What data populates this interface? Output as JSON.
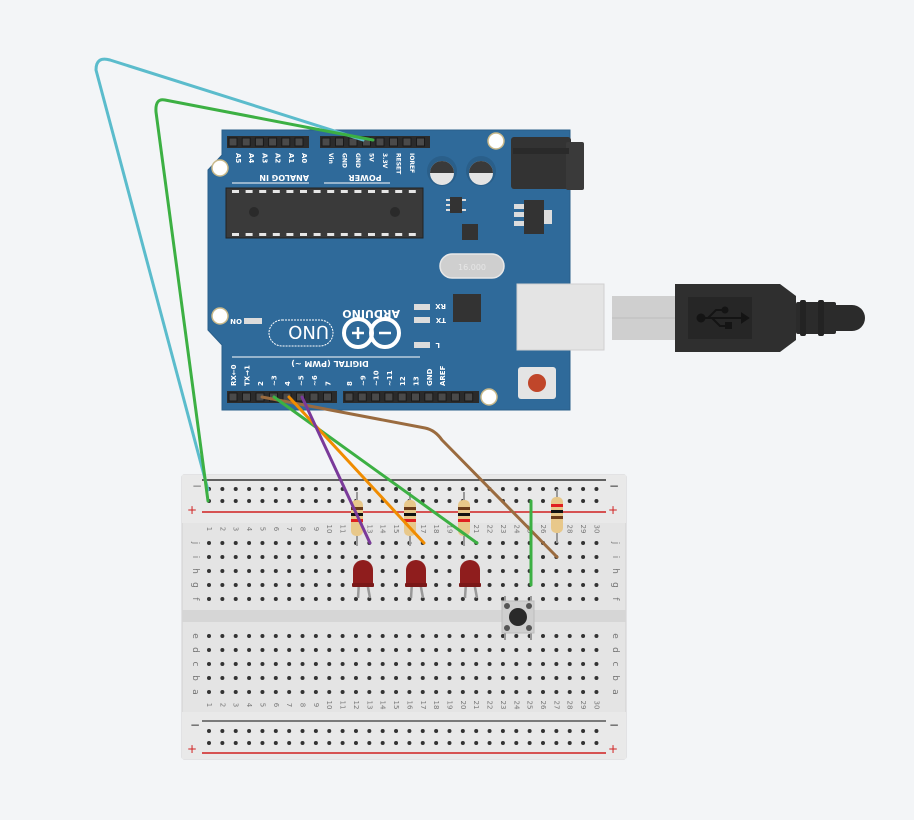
{
  "arduino": {
    "brand": "ARDUINO",
    "model": "UNO",
    "crystal_label": "16.000",
    "analog_header_label": "ANALOG IN",
    "power_header_label": "POWER",
    "digital_header_label": "DIGITAL (PWM ~)",
    "on_label": "ON",
    "rx_label": "RX",
    "tx_label": "TX",
    "l_label": "L",
    "analog_pins": [
      "A5",
      "A4",
      "A3",
      "A2",
      "A1",
      "A0"
    ],
    "power_pins": [
      "Vin",
      "GND",
      "GND",
      "5V",
      "3.3V",
      "RESET",
      "IOREF"
    ],
    "digital_pins_low": [
      "RX←0",
      "TX→1",
      "2",
      "~3",
      "4",
      "~5",
      "~6",
      "7"
    ],
    "digital_pins_high": [
      "8",
      "~9",
      "~10",
      "~11",
      "12",
      "13",
      "GND",
      "AREF"
    ],
    "board_color": "#2f6a9a"
  },
  "usb": {
    "icon": "usb-icon",
    "cable_color": "#2f2f2f"
  },
  "breadboard": {
    "columns": [
      "1",
      "2",
      "3",
      "4",
      "5",
      "6",
      "7",
      "8",
      "9",
      "10",
      "11",
      "12",
      "13",
      "14",
      "15",
      "16",
      "17",
      "18",
      "19",
      "20",
      "21",
      "22",
      "23",
      "24",
      "25",
      "26",
      "27",
      "28",
      "29",
      "30"
    ],
    "top_rows": [
      "j",
      "i",
      "h",
      "g",
      "f"
    ],
    "bottom_rows": [
      "e",
      "d",
      "c",
      "b",
      "a"
    ],
    "rail_minus": "−",
    "rail_plus": "+"
  },
  "components": {
    "leds": [
      {
        "name": "led-1",
        "color": "#8f1d1d"
      },
      {
        "name": "led-2",
        "color": "#8f1d1d"
      },
      {
        "name": "led-3",
        "color": "#8f1d1d"
      }
    ],
    "resistors": [
      {
        "name": "resistor-1"
      },
      {
        "name": "resistor-2"
      },
      {
        "name": "resistor-3"
      },
      {
        "name": "resistor-4"
      }
    ],
    "pushbutton": {
      "name": "pushbutton"
    }
  },
  "wires": [
    {
      "name": "wire-gnd",
      "color": "#5bbccc"
    },
    {
      "name": "wire-5v",
      "color": "#3cb043"
    },
    {
      "name": "wire-pin2",
      "color": "#9a6b3f"
    },
    {
      "name": "wire-pin3",
      "color": "#3cb043"
    },
    {
      "name": "wire-pin4",
      "color": "#f08c00"
    },
    {
      "name": "wire-pin5",
      "color": "#7a3a9a"
    },
    {
      "name": "wire-button",
      "color": "#3cb043"
    }
  ]
}
